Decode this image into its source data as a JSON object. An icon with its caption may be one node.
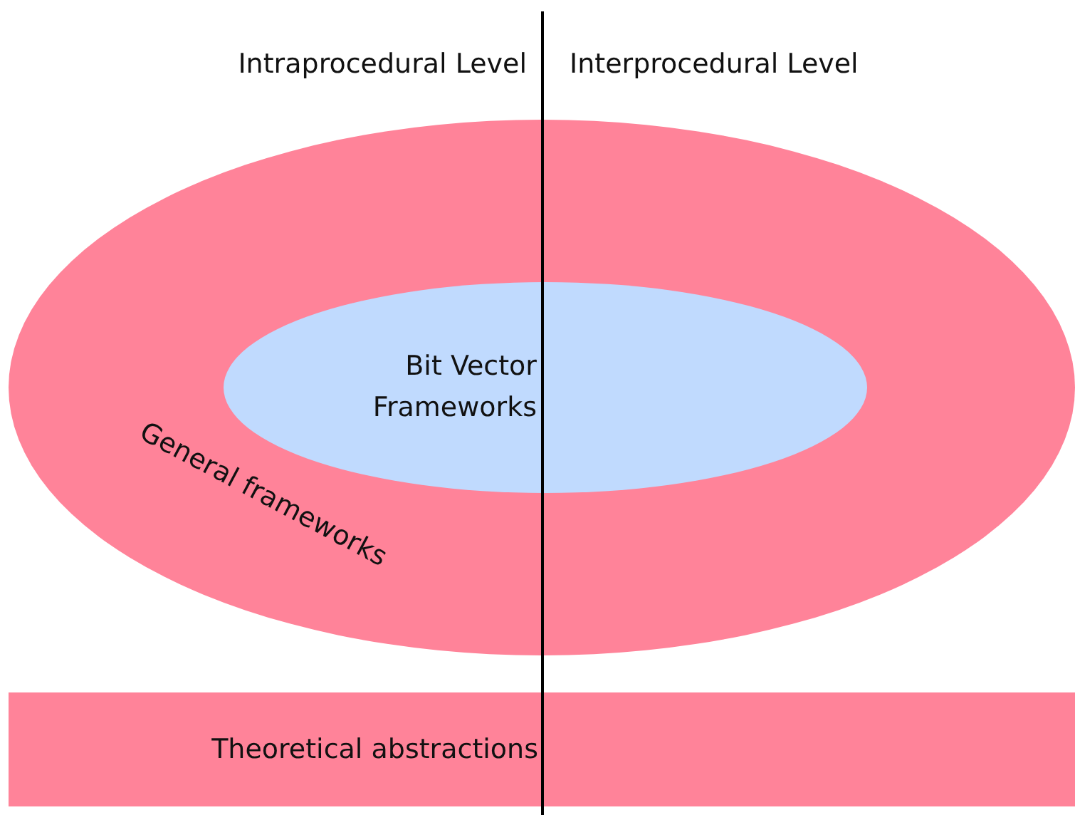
{
  "diagram": {
    "nodes": [
      {
        "text": [
          "General frameworks"
        ]
      },
      {
        "text": [
          "Bit Vector Frameworks"
        ],
        "in": 0
      },
      {
        "text": [
          "Theoretical abstractions"
        ]
      }
    ],
    "labels": [
      "Intraprocedural Level",
      "Interprocedural Level"
    ]
  }
}
